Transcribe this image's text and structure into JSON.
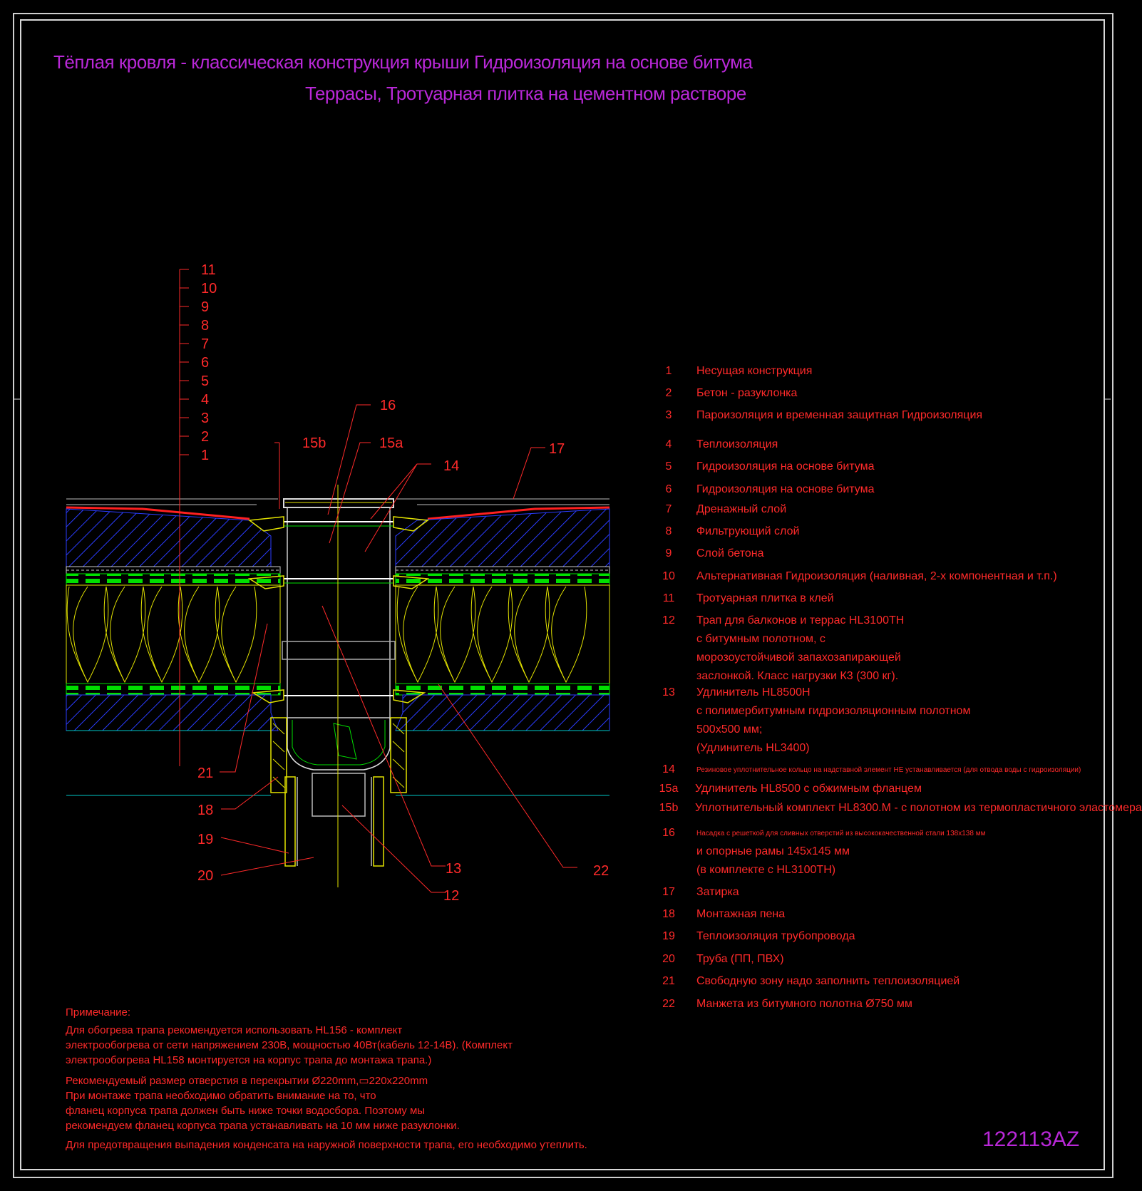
{
  "title": {
    "line1": "Тёплая кровля - классическая конструкция крыши Гидроизоляция на основе битума",
    "line2": "Террасы, Тротуарная плитка на цементном растворе"
  },
  "drawing_code": "122113AZ",
  "layer_scale": [
    "11",
    "10",
    "9",
    "8",
    "7",
    "6",
    "5",
    "4",
    "3",
    "2",
    "1"
  ],
  "callouts": [
    "16",
    "15b",
    "15a",
    "14",
    "17",
    "21",
    "18",
    "19",
    "20",
    "13",
    "12",
    "22"
  ],
  "legend": [
    {
      "num": "1",
      "lines": [
        "Несущая конструкция"
      ]
    },
    {
      "num": "2",
      "lines": [
        "Бетон - разуклонка"
      ]
    },
    {
      "num": "3",
      "lines": [
        "Пароизоляция и временная защитная Гидроизоляция"
      ]
    },
    {
      "num": "4",
      "lines": [
        "Теплоизоляция"
      ]
    },
    {
      "num": "5",
      "lines": [
        "Гидроизоляция на основе битума"
      ]
    },
    {
      "num": "6",
      "lines": [
        "Гидроизоляция на основе битума"
      ]
    },
    {
      "num": "7",
      "lines": [
        "Дренажный слой"
      ]
    },
    {
      "num": "8",
      "lines": [
        "Фильтрующий слой"
      ]
    },
    {
      "num": "9",
      "lines": [
        "Слой бетона"
      ]
    },
    {
      "num": "10",
      "lines": [
        "Альтернативная Гидроизоляция (наливная, 2-х компонентная и т.п.)"
      ]
    },
    {
      "num": "11",
      "lines": [
        "Тротуарная плитка в клей"
      ]
    },
    {
      "num": "12",
      "lines": [
        "Трап для балконов и террас HL3100TH",
        "с битумным полотном, с",
        "морозоустойчивой запахозапирающей",
        "заслонкой. Класс нагрузки К3 (300 кг)."
      ]
    },
    {
      "num": "13",
      "lines": [
        "Удлинитель HL8500H",
        " с полимербитумным гидроизоляционным полотном",
        "500x500 мм;",
        "(Удлинитель HL3400)"
      ]
    },
    {
      "num": "14",
      "lines": [
        "Резиновое уплотнительное кольцо на надставной элемент НЕ устанавливается (для отвода воды с гидроизоляции)"
      ],
      "small": true
    },
    {
      "num": "15a",
      "lines": [
        "Удлинитель HL8500 с обжимным фланцем"
      ]
    },
    {
      "num": "15b",
      "lines": [
        "Уплотнительный комплект HL8300.M - с полотном из термопластичного эластомера"
      ]
    },
    {
      "num": "16",
      "lines": [
        "Насадка с решеткой для сливных отверстий из высококачественной стали 138x138 мм",
        "и опорные рамы 145x145 мм",
        "(в комплекте с HL3100TH)"
      ],
      "small_first": true
    },
    {
      "num": "17",
      "lines": [
        "Затирка"
      ]
    },
    {
      "num": "18",
      "lines": [
        "Монтажная пена"
      ]
    },
    {
      "num": "19",
      "lines": [
        "Теплоизоляция трубопровода"
      ]
    },
    {
      "num": "20",
      "lines": [
        "Труба (ПП, ПВХ)"
      ]
    },
    {
      "num": "21",
      "lines": [
        "Свободную зону надо заполнить теплоизоляцией"
      ]
    },
    {
      "num": "22",
      "lines": [
        "Манжета из битумного полотна Ø750 мм"
      ]
    }
  ],
  "notes": {
    "heading": "Примечание:",
    "paragraphs": [
      [
        "Для обогрева трапа рекомендуется использовать HL156 - комплект",
        "электрообогрева от сети напряжением 230В, мощностью 40Вт(кабель 12-14В). (Комплект",
        "электрообогрева HL158 монтируется на корпус трапа до монтажа трапа.)"
      ],
      [
        "Рекомендуемый размер отверстия в перекрытии Ø220mm,▭220x220mm",
        "При монтаже трапа необходимо обратить внимание на то, что",
        "фланец корпуса трапа должен быть ниже точки водосбора. Поэтому мы",
        "рекомендуем фланец корпуса трапа устанавливать на 10 мм ниже разуклонки."
      ],
      [
        "Для предотвращения выпадения конденсата на наружной поверхности трапа, его необходимо утеплить."
      ]
    ]
  },
  "colors": {
    "title": "#b928d8",
    "text_red": "#ff2a2a",
    "hatch_blue": "#2b3cff",
    "insulation_yellow": "#e3e300",
    "membrane_green": "#00e000",
    "frame": "#d8d8d8",
    "leader": "#ff2a2a",
    "cyan_line": "#00c8c8"
  }
}
